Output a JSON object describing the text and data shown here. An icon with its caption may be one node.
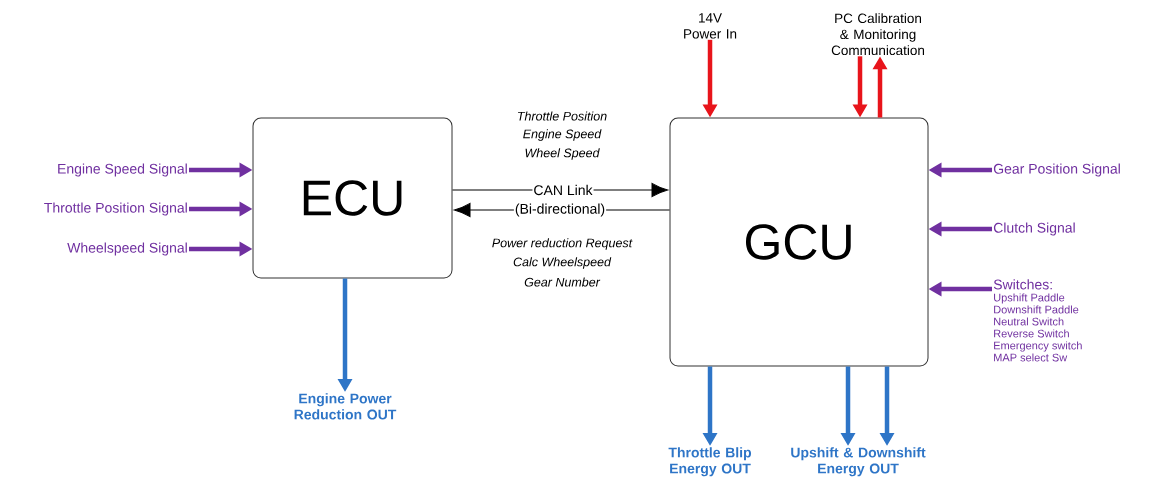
{
  "diagram": {
    "nodes": [
      {
        "text": [
          "ECU"
        ]
      },
      {
        "text": [
          "GCU"
        ]
      },
      {
        "text": [
          "Engine Speed Signal"
        ]
      },
      {
        "text": [
          "Throttle Position Signal"
        ]
      },
      {
        "text": [
          "Wheelspeed Signal"
        ]
      },
      {
        "text": [
          "Engine Power Reduction OUT"
        ]
      },
      {
        "text": [
          "14V Power In"
        ]
      },
      {
        "text": [
          "PC Calibration & Monitoring Communication"
        ]
      },
      {
        "text": [
          "Gear Position Signal"
        ]
      },
      {
        "text": [
          "Clutch Signal"
        ]
      },
      {
        "text": [
          "Switches:",
          "Upshift Paddle",
          "Downshift Paddle",
          "Neutral Switch",
          "Reverse Switch",
          "Emergency switch",
          "MAP select Sw"
        ]
      },
      {
        "text": [
          "Throttle Blip Energy OUT"
        ]
      },
      {
        "text": [
          "Upshift & Downshift Energy OUT"
        ]
      }
    ],
    "edges": [
      {
        "from": 2,
        "to": 0,
        "arrow": "to"
      },
      {
        "from": 3,
        "to": 0,
        "arrow": "to"
      },
      {
        "from": 4,
        "to": 0,
        "arrow": "to"
      },
      {
        "from": 0,
        "to": 5,
        "arrow": "to",
        "color": "#2e75c7"
      },
      {
        "from": 0,
        "to": 1,
        "arrow": "to",
        "label": "CAN Link",
        "color": "#000000"
      },
      {
        "from": 1,
        "to": 0,
        "arrow": "to",
        "label": "(Bi-directional)",
        "color": "#000000"
      },
      {
        "from": 6,
        "to": 1,
        "arrow": "to",
        "color": "#e8141b"
      },
      {
        "from": 7,
        "to": 1,
        "arrow": "to",
        "color": "#e8141b"
      },
      {
        "from": 1,
        "to": 7,
        "arrow": "to",
        "color": "#e8141b"
      },
      {
        "from": 8,
        "to": 1,
        "arrow": "to"
      },
      {
        "from": 9,
        "to": 1,
        "arrow": "to"
      },
      {
        "from": 10,
        "to": 1,
        "arrow": "to"
      },
      {
        "from": 1,
        "to": 11,
        "arrow": "to",
        "color": "#2e75c7"
      },
      {
        "from": 1,
        "to": 12,
        "arrow": "to",
        "color": "#2e75c7"
      },
      {
        "from": 1,
        "to": 12,
        "arrow": "to",
        "color": "#2e75c7"
      }
    ],
    "labels": [
      "Throttle Position",
      "Engine Speed",
      "Wheel Speed",
      "Power reduction Request",
      "Calc Wheelspeed",
      "Gear Number"
    ]
  }
}
